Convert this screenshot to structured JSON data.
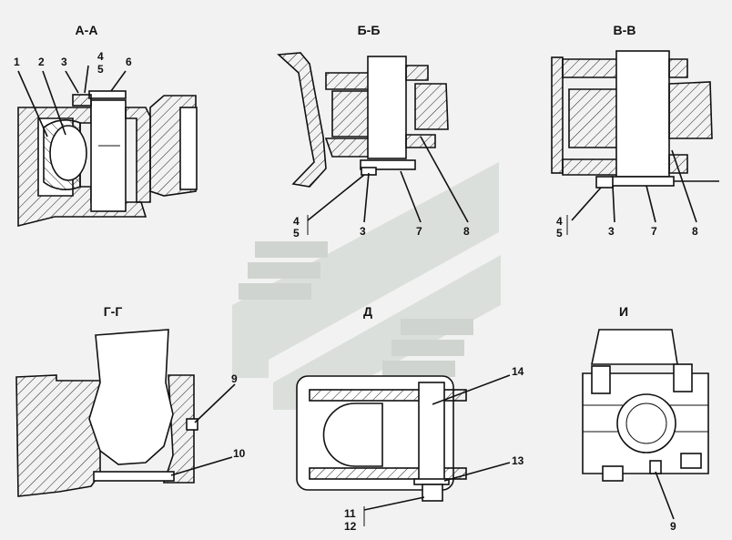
{
  "views": {
    "aa": {
      "title": "А-А",
      "callouts": [
        "1",
        "2",
        "3",
        "4",
        "5",
        "6"
      ]
    },
    "bb": {
      "title": "Б-Б",
      "callouts": [
        "4",
        "5",
        "3",
        "7",
        "8"
      ]
    },
    "vv": {
      "title": "В-В",
      "callouts": [
        "4",
        "5",
        "3",
        "7",
        "8"
      ]
    },
    "gg": {
      "title": "Г-Г",
      "callouts": [
        "9",
        "10"
      ]
    },
    "d": {
      "title": "Д",
      "callouts": [
        "14",
        "13",
        "11",
        "12"
      ]
    },
    "i": {
      "title": "И",
      "callouts": [
        "9"
      ]
    }
  },
  "colors": {
    "background": "#f2f2f2",
    "line": "#111111",
    "watermark": "#c8cfc8"
  }
}
